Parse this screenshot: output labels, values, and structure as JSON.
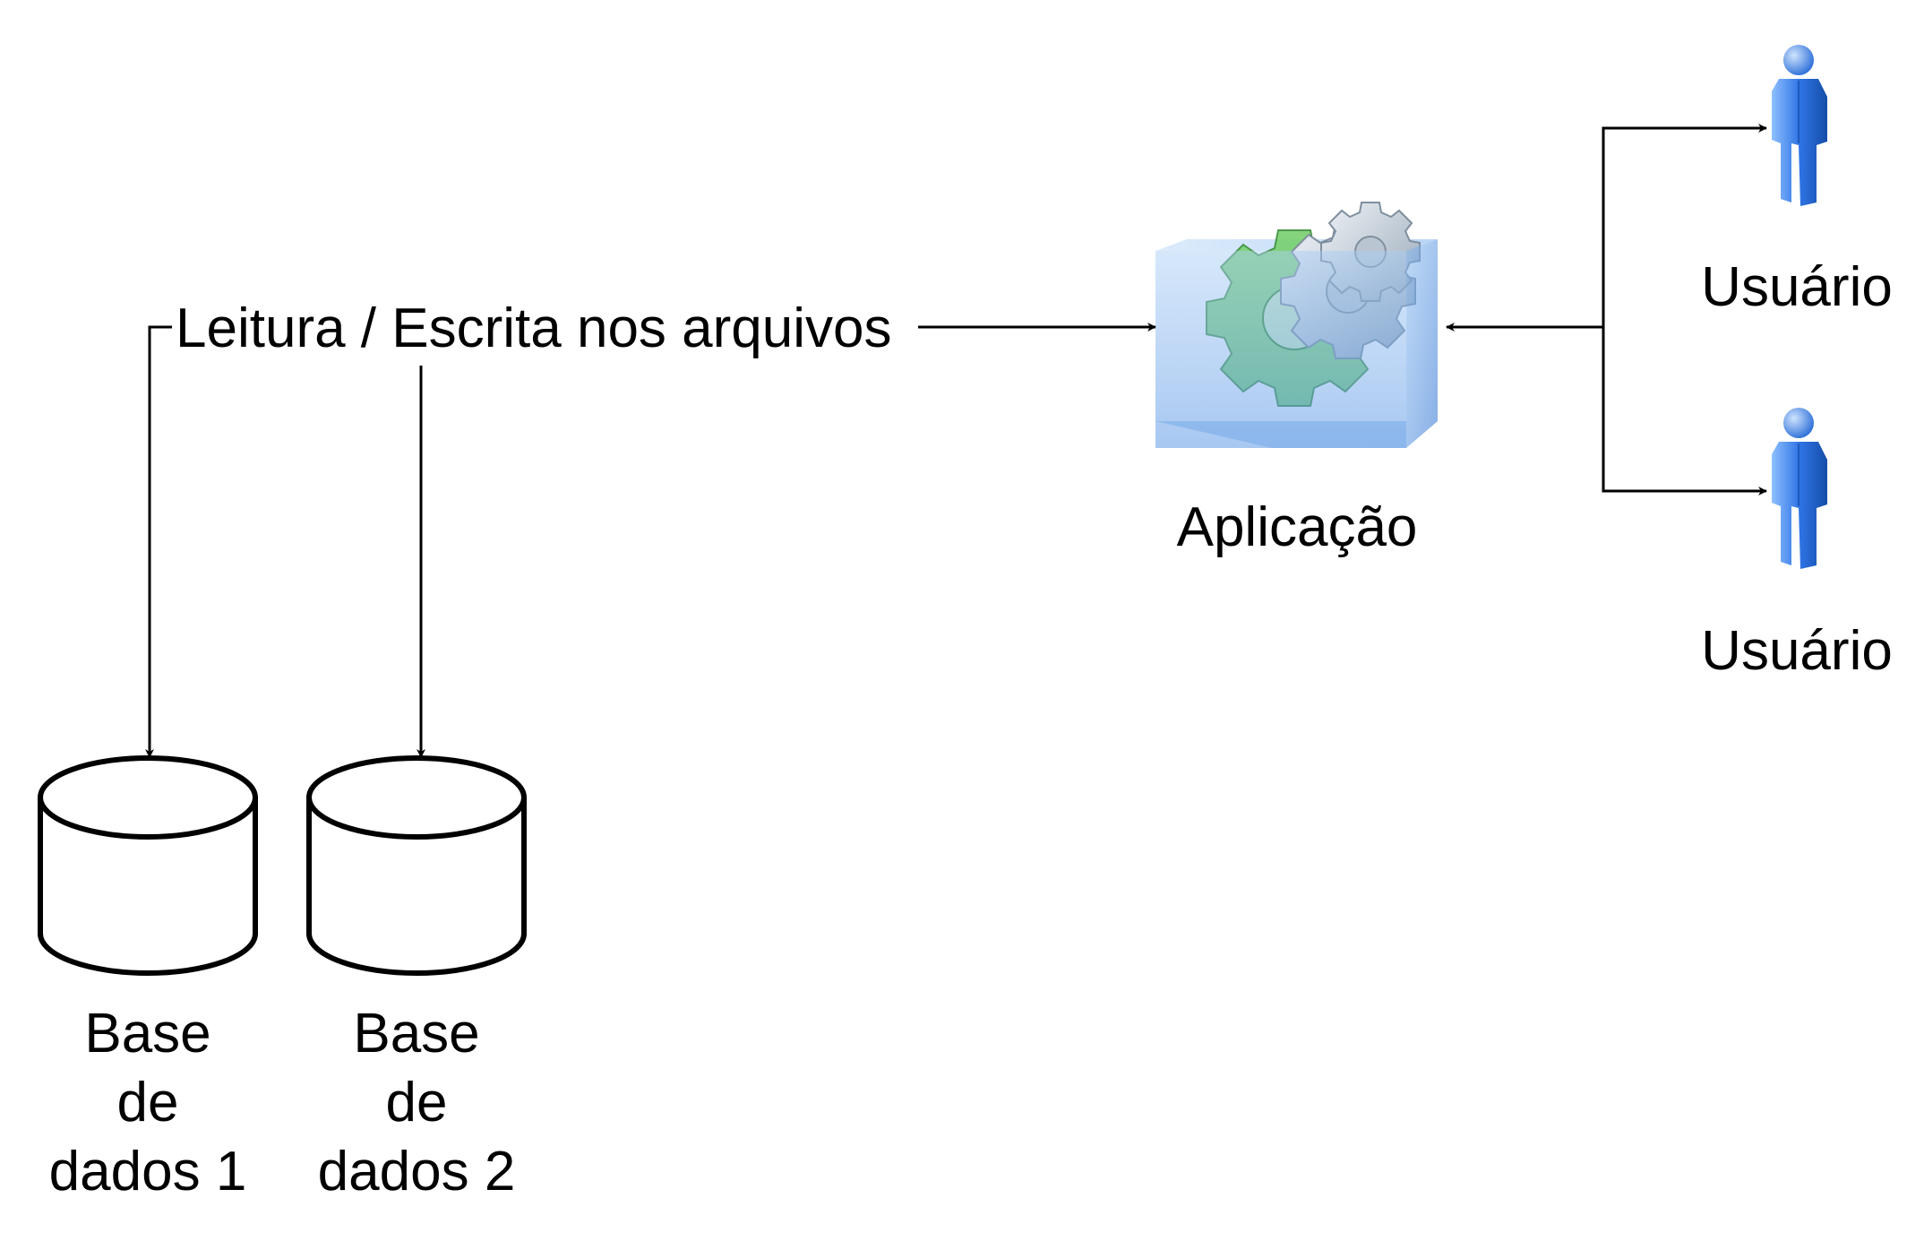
{
  "diagram": {
    "edge_label": "Leitura / Escrita nos arquivos",
    "application": {
      "label": "Aplicação",
      "icon": "gears-cube-icon"
    },
    "users": [
      {
        "label": "Usuário",
        "icon": "user-person-icon"
      },
      {
        "label": "Usuário",
        "icon": "user-person-icon"
      }
    ],
    "databases": [
      {
        "label_lines": [
          "Base",
          "de",
          "dados 1"
        ],
        "icon": "database-cylinder-icon"
      },
      {
        "label_lines": [
          "Base",
          "de",
          "dados 2"
        ],
        "icon": "database-cylinder-icon"
      }
    ],
    "colors": {
      "line": "#000000",
      "cube_blue": "#6fa8e8",
      "gear_silver": "#c8d2dc",
      "gear_green": "#66cc66",
      "user_blue": "#3a7fe0"
    }
  }
}
